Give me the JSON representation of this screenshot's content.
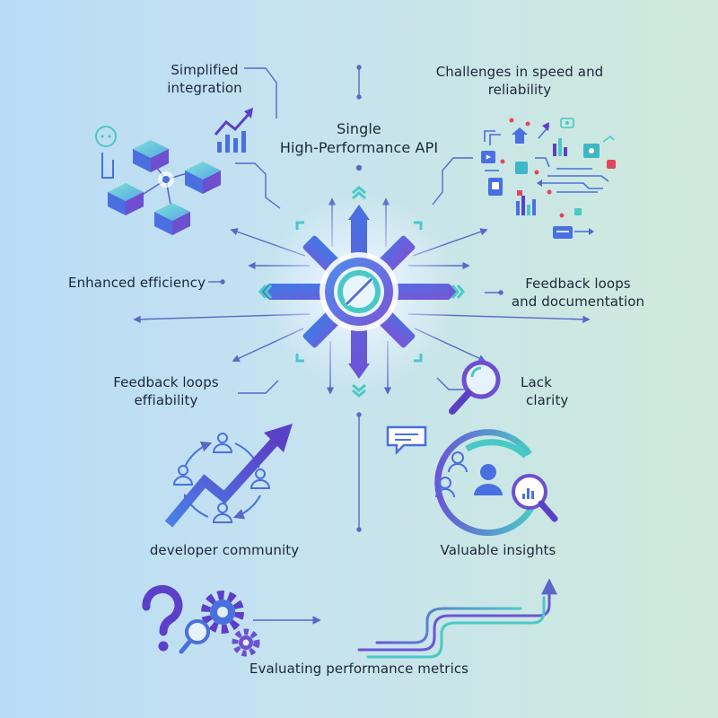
{
  "hub": {
    "title_line1": "Single",
    "title_line2": "High-Performance API"
  },
  "labels": {
    "simplified_line1": "Simplified",
    "simplified_line2": "integration",
    "challenges_line1": "Challenges in speed and",
    "challenges_line2": "reliability",
    "enhanced": "Enhanced efficiency",
    "feedback_doc_line1": "Feedback loops",
    "feedback_doc_line2": "and documentation",
    "feedback_eff_line1": "Feedback loops",
    "feedback_eff_line2": "effiability",
    "lack_line1": "Lack",
    "lack_line2": "clarity",
    "community": "developer community",
    "insights": "Valuable insights",
    "evaluating": "Evaluating performance metrics"
  },
  "colors": {
    "accent_blue": "#4a6fe0",
    "accent_purple": "#7a55d6",
    "accent_teal": "#49c9c6",
    "line": "#5a67c8",
    "text": "#1c2738",
    "alert_red": "#e0475a"
  },
  "icons": [
    "cube-network-icon",
    "bar-chart-up-icon",
    "dashboard-cluster-icon",
    "magnifier-icon",
    "chat-bubble-icon",
    "people-cycle-icon",
    "growth-arrow-icon",
    "user-insight-icon",
    "question-mark-icon",
    "gears-icon",
    "flow-path-icon"
  ]
}
